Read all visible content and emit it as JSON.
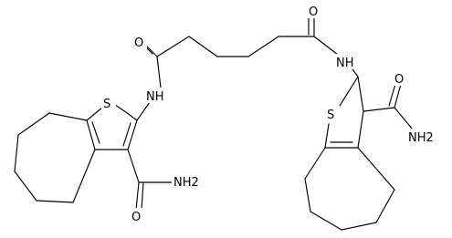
{
  "molecule": {
    "atoms": [
      {
        "id": "S1",
        "label": "S"
      },
      {
        "id": "O1",
        "label": "O"
      },
      {
        "id": "O2",
        "label": "O"
      },
      {
        "id": "N1",
        "label": "NH"
      },
      {
        "id": "N2",
        "label": "NH"
      },
      {
        "id": "S2",
        "label": "S"
      },
      {
        "id": "N3",
        "label": "NH2"
      },
      {
        "id": "O3",
        "label": "O"
      },
      {
        "id": "O4",
        "label": "O"
      },
      {
        "id": "N4",
        "label": "NH2"
      }
    ]
  }
}
